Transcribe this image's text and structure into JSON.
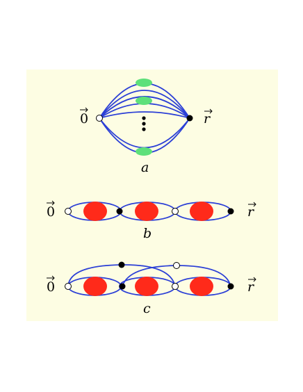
{
  "diagram": {
    "background_color": "#fdfde3",
    "line_color": "#2b3fd6",
    "blob_red": "#ff2a1a",
    "blob_green": "#5ee07a",
    "panel_a": {
      "label": "a",
      "left_endpoint": "0",
      "right_endpoint": "r",
      "dots": "⋮"
    },
    "panel_b": {
      "label": "b",
      "left_endpoint": "0",
      "right_endpoint": "r"
    },
    "panel_c": {
      "label": "c",
      "left_endpoint": "0",
      "right_endpoint": "r"
    }
  }
}
